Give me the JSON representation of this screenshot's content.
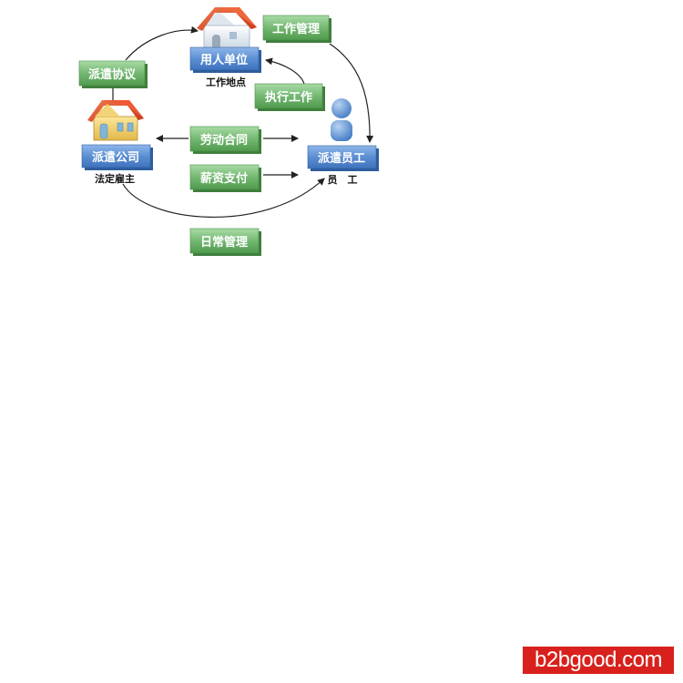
{
  "nodes": {
    "employer_unit": {
      "box_label": "用人单位",
      "caption": "工作地点"
    },
    "dispatch_company": {
      "box_label": "派遣公司",
      "caption": "法定雇主"
    },
    "dispatched_employee": {
      "box_label": "派遣员工",
      "caption": "员　工"
    }
  },
  "relations": {
    "dispatch_agreement": "派遣协议",
    "work_management": "工作管理",
    "perform_work": "执行工作",
    "labor_contract": "劳动合同",
    "salary_payment": "薪资支付",
    "daily_management": "日常管理"
  },
  "colors": {
    "blue_box": "#5b8fd3",
    "green_box": "#74b872",
    "house_roof": "#e24a2a",
    "person": "#5a93d6",
    "watermark": "#d8211c"
  },
  "watermark": {
    "text": "b2bgood.com"
  }
}
